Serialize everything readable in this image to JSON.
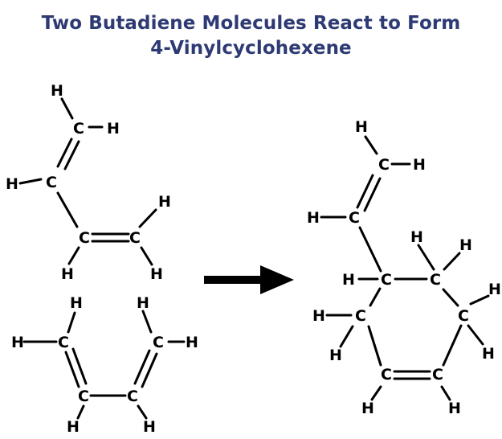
{
  "title": {
    "line1": "Two Butadiene Molecules React to Form",
    "line2": "4-Vinylcyclohexene"
  },
  "atom_symbols": {
    "carbon": "C",
    "hydrogen": "H"
  },
  "colors": {
    "title": "#2d3a73",
    "structure": "#000000"
  },
  "reaction_arrow_icon": "right-arrow-icon"
}
